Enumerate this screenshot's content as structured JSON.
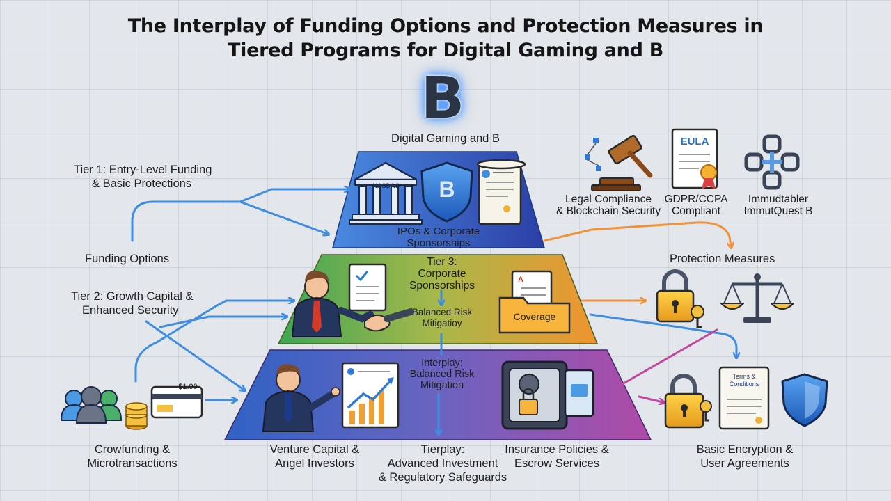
{
  "title": {
    "line1": "The Interplay of Funding Options and Protection Measures in",
    "line2": "Tiered Programs for Digital Gaming and B"
  },
  "logo": {
    "letter": "B"
  },
  "top_label": "Digital Gaming and B",
  "left": {
    "tier1_line1": "Tier 1: Entry-Level Funding",
    "tier1_line2": "& Basic Protections",
    "funding_options": "Funding Options",
    "tier2_line1": "Tier 2: Growth Capital &",
    "tier2_line2": "Enhanced Security",
    "crowdfunding_line1": "Crowfunding &",
    "crowdfunding_line2": "Microtransactions",
    "price_tag": "$1.99"
  },
  "pyramid": {
    "top": {
      "bank_sign": "NASDAQ",
      "shield_letter": "B",
      "caption_line1": "IPOs & Corporate",
      "caption_line2": "Sponsorships"
    },
    "middle": {
      "tier_line1": "Tier 3:",
      "tier_line2": "Corporate",
      "tier_line3": "Sponsorships",
      "sub_line1": "Balanced Risk",
      "sub_line2": "Mitigatioy",
      "folder_label": "Coverage",
      "doc_mark": "A"
    },
    "bottom": {
      "line1": "Interplay:",
      "line2": "Balanced Risk",
      "line3": "Mitigation"
    }
  },
  "bottom_labels": {
    "vc_line1": "Venture Capital &",
    "vc_line2": "Angel Investors",
    "tierplay_line1": "Tierplay:",
    "tierplay_line2": "Advanced Investment",
    "tierplay_line3": "& Regulatory Safeguards",
    "insurance_line1": "Insurance Policies &",
    "insurance_line2": "Escrow Services"
  },
  "right": {
    "legal_line1": "Legal Compliance",
    "legal_line2": "& Blockchain Security",
    "eula_label": "EULA",
    "gdpr_line1": "GDPR/CCPA",
    "gdpr_line2": "Compliant",
    "immut_line1": "Immudtabler",
    "immut_line2": "ImmutQuest B",
    "protection_measures": "Protection Measures",
    "terms_line1": "Terms &",
    "terms_line2": "Conditions",
    "encryption_line1": "Basic Encryption &",
    "encryption_line2": "User Agreements"
  },
  "colors": {
    "pyramid_top_left": "#3a78d6",
    "pyramid_top_right": "#2f43a8",
    "pyramid_mid_left": "#3ea655",
    "pyramid_mid_right": "#f0942e",
    "pyramid_bot_left": "#2f62c4",
    "pyramid_bot_right": "#a44aa8",
    "arrow_blue": "#3f8de0",
    "arrow_orange": "#f0923a",
    "arrow_magenta": "#c0479c"
  }
}
